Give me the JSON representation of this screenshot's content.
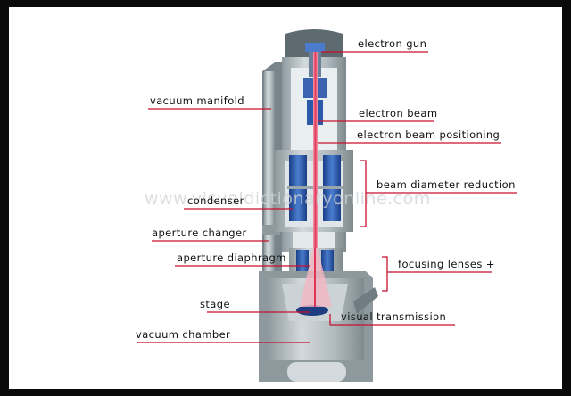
{
  "watermark": "www.visualdictionaryonline.com",
  "labels": {
    "electron_gun": "electron gun",
    "vacuum_manifold": "vacuum manifold",
    "electron_beam": "electron beam",
    "electron_beam_positioning": "electron beam positioning",
    "beam_diameter_reduction": "beam diameter reduction",
    "condenser": "condenser",
    "aperture_changer": "aperture changer",
    "aperture_diaphragm": "aperture diaphragm",
    "focusing_lenses": "focusing lenses +",
    "stage": "stage",
    "visual_transmission": "visual transmission",
    "vacuum_chamber": "vacuum chamber"
  },
  "colors": {
    "frame_bg": "#0a0a0a",
    "body_grey": "#b7c0c4",
    "body_dark": "#8e999e",
    "lens_blue": "#2a5aa8",
    "beam_red": "#e8506a",
    "leader_red": "#c8102e"
  }
}
